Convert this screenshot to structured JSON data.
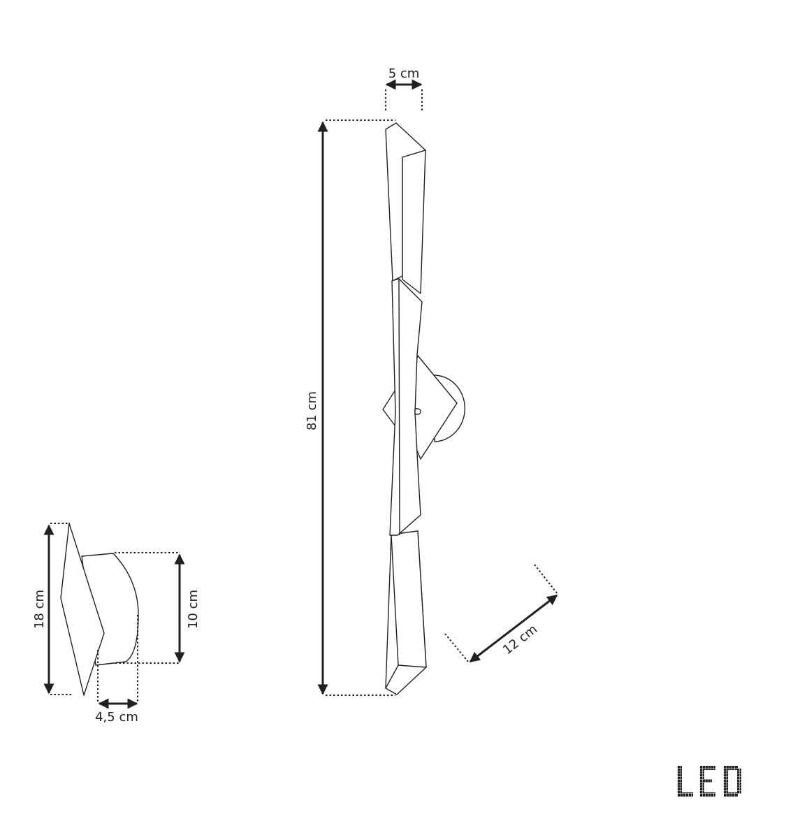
{
  "diagram": {
    "type": "technical-dimension-drawing",
    "subject": "wall light fixture (front and side views)",
    "colors": {
      "line": "#231f20",
      "background": "#ffffff"
    }
  },
  "dimensions": {
    "width_top": "5 cm",
    "height_total": "81 cm",
    "depth": "12 cm",
    "side_height": "18 cm",
    "base_height": "10 cm",
    "base_depth": "4,5 cm"
  },
  "badge": {
    "label": "LED",
    "icon": "led-dot-matrix-icon"
  }
}
